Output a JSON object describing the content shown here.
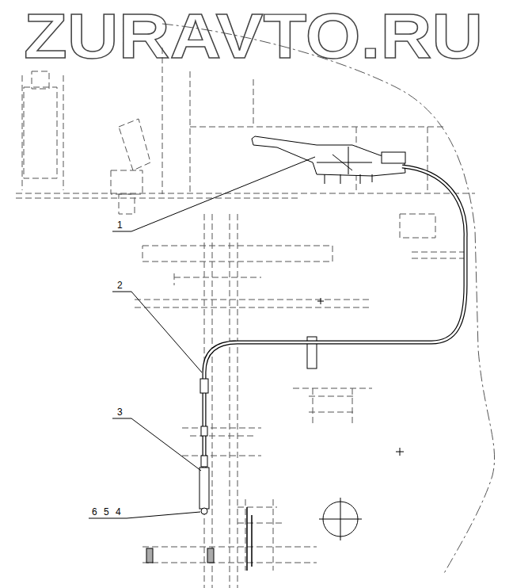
{
  "diagram": {
    "labels": [
      "ZURAVTO.RU",
      "1",
      "2",
      "3",
      "6",
      "5",
      "4"
    ]
  }
}
